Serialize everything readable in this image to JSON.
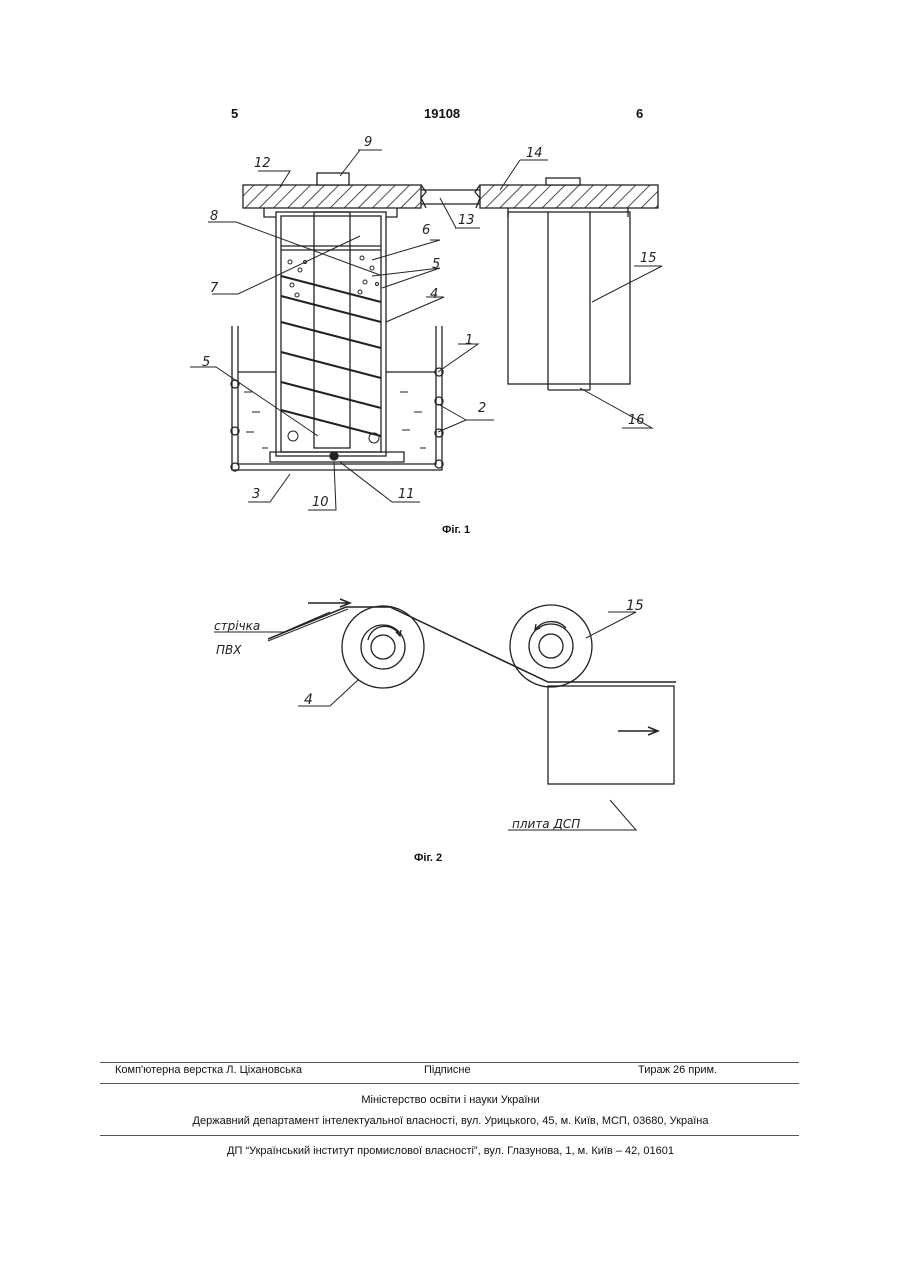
{
  "header": {
    "page_left": "5",
    "patent_number": "19108",
    "page_right": "6"
  },
  "figure1": {
    "caption": "Фіг. 1",
    "labels": {
      "l1": "1",
      "l2": "2",
      "l3": "3",
      "l4": "4",
      "l5a": "5",
      "l5b": "5",
      "l6": "6",
      "l7": "7",
      "l8": "8",
      "l9": "9",
      "l10": "10",
      "l11": "11",
      "l12": "12",
      "l13": "13",
      "l14": "14",
      "l15": "15",
      "l16": "16"
    }
  },
  "figure2": {
    "caption": "Фіг. 2",
    "labels": {
      "tape_line1": "стрічка",
      "tape_line2": "ПВХ",
      "roller4": "4",
      "roller15": "15",
      "board": "плита ДСП"
    }
  },
  "footer": {
    "layout": "Комп'ютерна верстка Л. Ціхановська",
    "signed": "Підписне",
    "circulation": "Тираж 26 прим.",
    "ministry": "Міністерство освіти і науки України",
    "department": "Державний департамент інтелектуальної власності, вул. Урицького, 45, м. Київ, МСП, 03680, Україна",
    "institute": "ДП “Український інститут промислової власності”, вул. Глазунова, 1, м. Київ – 42, 01601"
  }
}
